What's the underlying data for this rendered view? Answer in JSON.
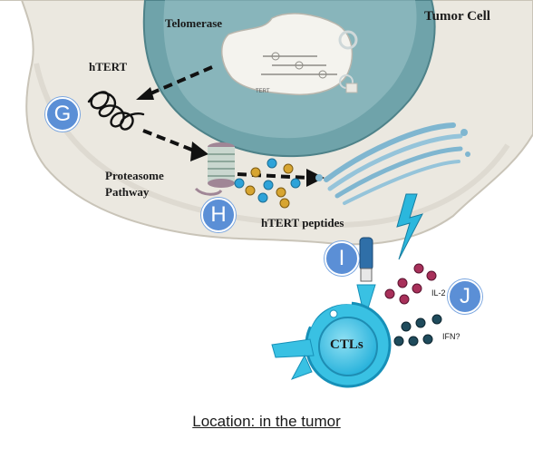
{
  "labels": {
    "tumor_cell": "Tumor Cell",
    "telomerase": "Telomerase",
    "htert": "hTERT",
    "proteasome_line1": "Proteasome",
    "proteasome_line2": "Pathway",
    "htert_peptides": "hTERT peptides",
    "ctls": "CTLs",
    "il2": "IL-2",
    "ifn": "IFN?",
    "tert": "TERT"
  },
  "markers": {
    "g": "G",
    "h": "H",
    "i": "I",
    "j": "J"
  },
  "caption": "Location: in the tumor",
  "colors": {
    "cell": "#ece9e1",
    "nucleus": "#6ea2a9",
    "nucleus_light": "#aacdd0",
    "ctl": "#39c1e3",
    "ctl_dark": "#1690b8",
    "marker": "#5b8fd6",
    "lightning": "#2bb7dd",
    "receptor": "#2f6fa8",
    "peptide_gold": "#d7a531",
    "peptide_blue": "#2ea3d9",
    "il2_dot": "#a8305a",
    "ifn_dot": "#1f4b5c"
  }
}
